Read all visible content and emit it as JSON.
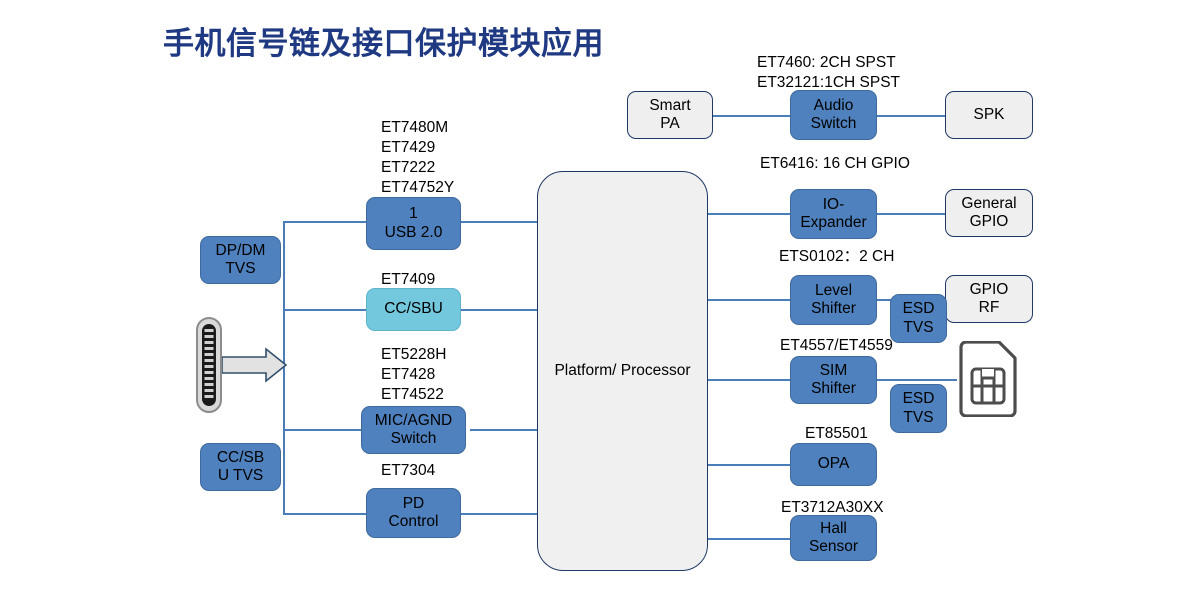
{
  "title": "手机信号链及接口保护模块应用",
  "center": {
    "label_line1": "Platform/",
    "label_line2": "Processor"
  },
  "left": {
    "tvs_boxes": [
      {
        "name": "dp-dm-tvs",
        "line1": "DP/DM",
        "line2": "TVS"
      },
      {
        "name": "cc-sbu-tvs",
        "line1": "CC/SB",
        "line2": "U TVS"
      }
    ],
    "connector_icon": "usb-c-connector-icon",
    "flow_arrow": "right-arrow-icon",
    "rows": [
      {
        "part_label": "ET7480M\nET7429\nET7222\nET74752Y",
        "box_line1": "1",
        "box_line2": "USB 2.0",
        "style": "blue"
      },
      {
        "part_label": "ET7409",
        "box_line1": "CC/SBU",
        "box_line2": "",
        "style": "cyan"
      },
      {
        "part_label": "ET5228H\nET7428\nET74522",
        "box_line1": "MIC/AGND",
        "box_line2": "Switch",
        "style": "blue"
      },
      {
        "part_label": "ET7304",
        "box_line1": "PD",
        "box_line2": "Control",
        "style": "blue"
      }
    ]
  },
  "right": {
    "rows": [
      {
        "part_label": "ET7460: 2CH SPST\nET32121:1CH SPST",
        "source_box": {
          "line1": "Smart",
          "line2": "PA"
        },
        "mid_box": {
          "line1": "Audio",
          "line2": "Switch"
        },
        "end_box": {
          "line1": "SPK",
          "line2": ""
        }
      },
      {
        "part_label": "ET6416: 16 CH GPIO",
        "mid_box": {
          "line1": "IO-",
          "line2": "Expander"
        },
        "end_box": {
          "line1": "General",
          "line2": "GPIO"
        }
      },
      {
        "part_label": "ETS0102：2 CH",
        "mid_box": {
          "line1": "Level",
          "line2": "Shifter"
        },
        "esd_box": {
          "line1": "ESD",
          "line2": "TVS"
        },
        "end_box": {
          "line1": "GPIO",
          "line2": "RF"
        }
      },
      {
        "part_label": "ET4557/ET4559",
        "mid_box": {
          "line1": "SIM",
          "line2": "Shifter"
        },
        "esd_box": {
          "line1": "ESD",
          "line2": "TVS"
        },
        "end_icon": "sim-card-icon"
      },
      {
        "part_label": "ET85501",
        "mid_box": {
          "line1": "OPA",
          "line2": ""
        }
      },
      {
        "part_label": "ET3712A30XX",
        "mid_box": {
          "line1": "Hall",
          "line2": "Sensor"
        }
      }
    ]
  },
  "colors": {
    "title": "#1F3A82",
    "blue_box": "#4E81BD",
    "cyan_box": "#74C8DE",
    "gray_box": "#EFEFEF",
    "gray_border": "#1F3864",
    "line": "#4A7EBB"
  }
}
